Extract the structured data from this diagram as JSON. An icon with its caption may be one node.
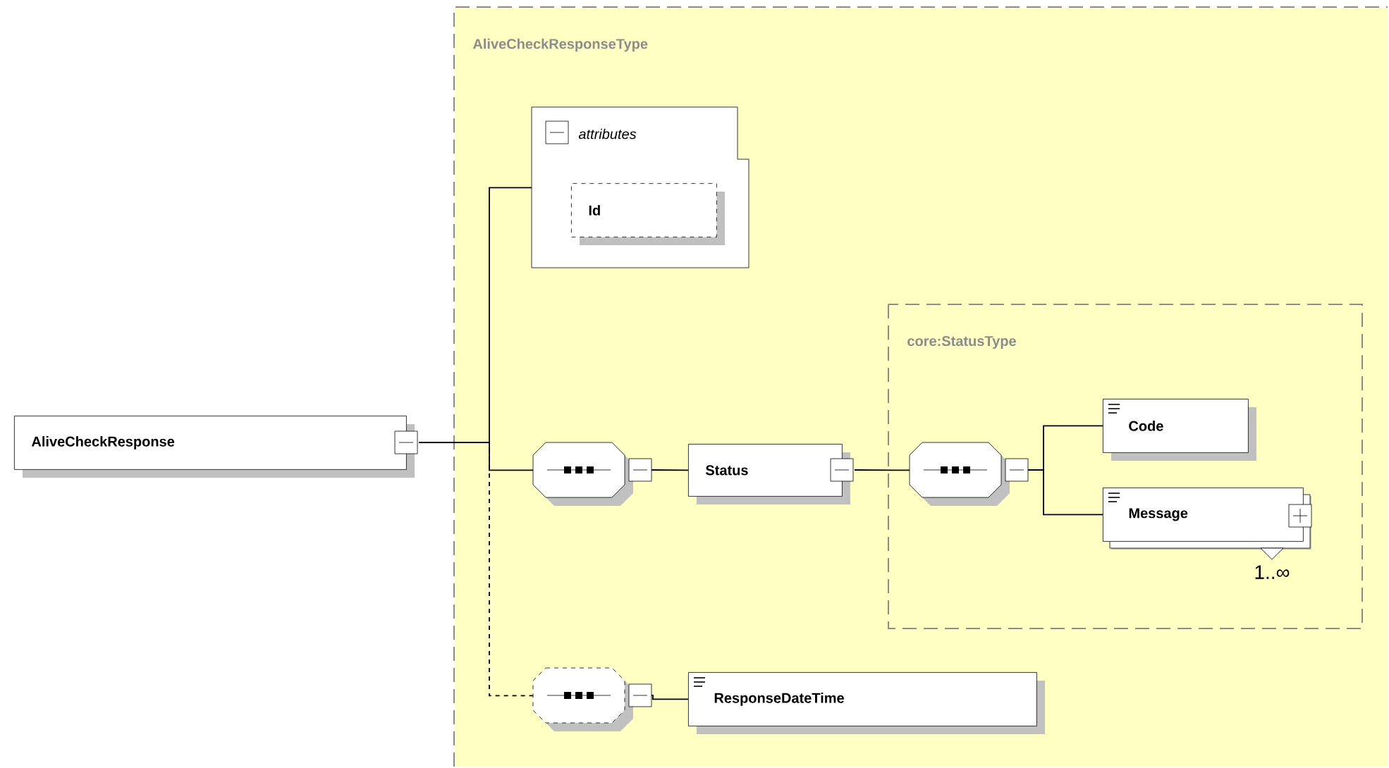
{
  "diagram": {
    "nodes": [
      {
        "text": [
          "AliveCheckResponseType"
        ]
      },
      {
        "text": [
          "AliveCheckResponse"
        ]
      },
      {
        "text": [
          "attributes"
        ],
        "in": 0
      },
      {
        "text": [
          "Id"
        ],
        "in": 2
      },
      {
        "text": [],
        "shape": "octagon",
        "in": 0
      },
      {
        "text": [
          "Status"
        ],
        "in": 0
      },
      {
        "text": [
          "core:StatusType"
        ],
        "in": 0
      },
      {
        "text": [],
        "shape": "octagon",
        "in": 6
      },
      {
        "text": [
          "Code"
        ],
        "in": 6
      },
      {
        "text": [
          "Message"
        ],
        "in": 6,
        "beside": [
          "1..∞"
        ]
      },
      {
        "text": [],
        "shape": "octagon",
        "in": 0
      },
      {
        "text": [
          "ResponseDateTime"
        ],
        "in": 0
      }
    ],
    "edges": [
      {
        "from": 1,
        "to": 2,
        "arrow": "none"
      },
      {
        "from": 1,
        "to": 4,
        "arrow": "none"
      },
      {
        "from": 1,
        "to": 10,
        "arrow": "none",
        "style": "dashed"
      },
      {
        "from": 4,
        "to": 5,
        "arrow": "none"
      },
      {
        "from": 5,
        "to": 7,
        "arrow": "none"
      },
      {
        "from": 7,
        "to": 8,
        "arrow": "none"
      },
      {
        "from": 7,
        "to": 9,
        "arrow": "none"
      },
      {
        "from": 10,
        "to": 11,
        "arrow": "none"
      }
    ]
  }
}
